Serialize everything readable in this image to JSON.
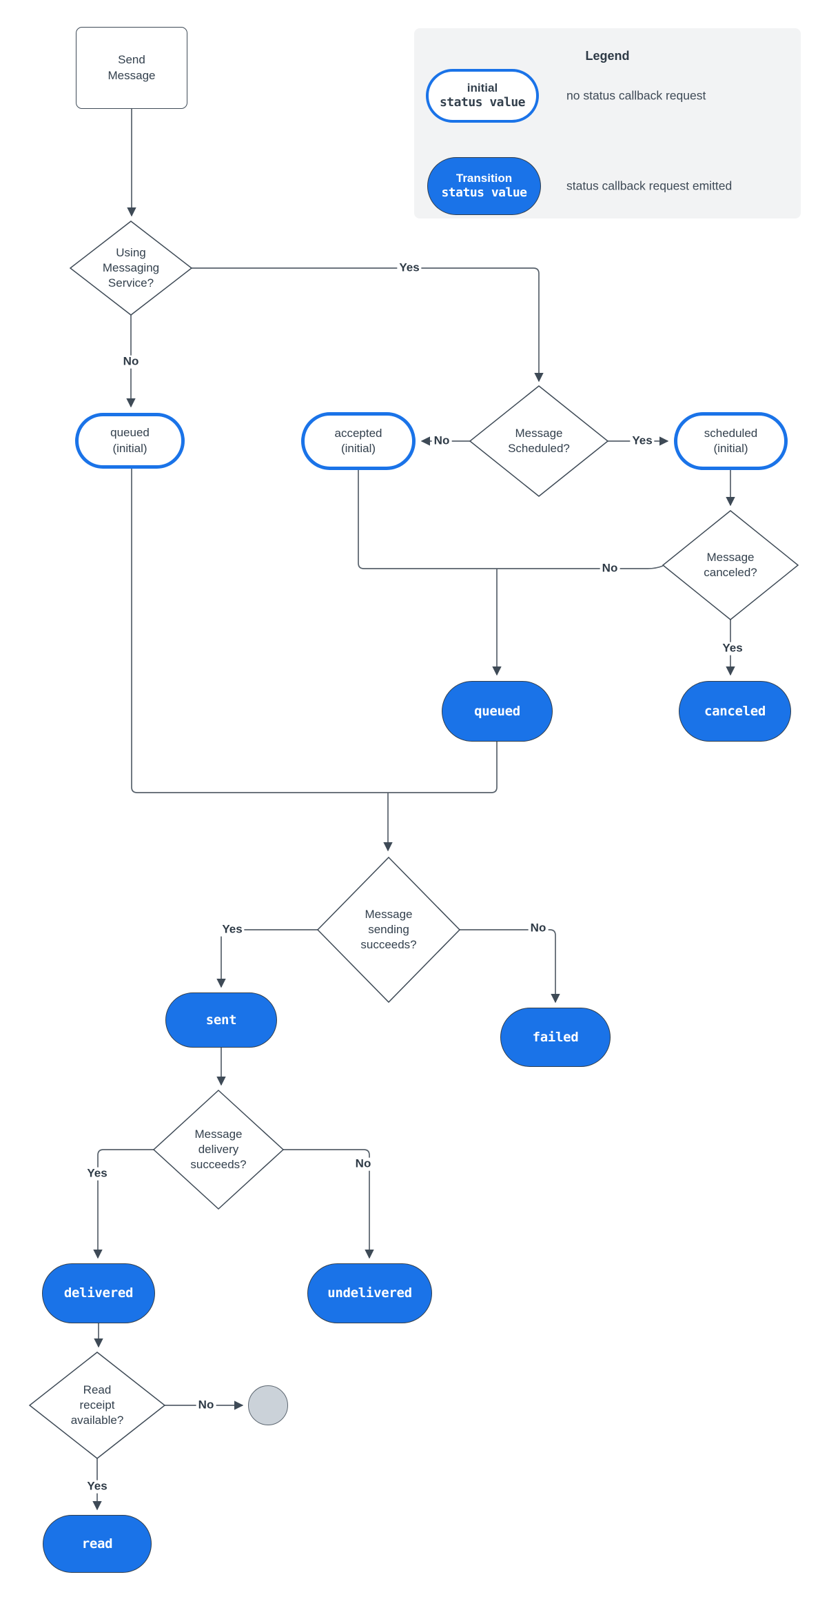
{
  "theme": {
    "accent_blue": "#1A73E8",
    "stroke_dark": "#3E4A56",
    "text_dark": "#33404D",
    "connector": "#57616B",
    "legend_bg": "#F2F3F4",
    "end_fill": "#CBD2D9",
    "end_border": "#5C6670",
    "label_color": "#2E3A46"
  },
  "legend": {
    "title": "Legend",
    "items": [
      {
        "pill_line1": "initial",
        "pill_line2": "status value",
        "style": "outline",
        "description": "no status callback request"
      },
      {
        "pill_line1": "Transition",
        "pill_line2": "status value",
        "style": "filled",
        "description": "status callback request emitted"
      }
    ]
  },
  "nodes": {
    "send_message": "Send\nMessage",
    "using_messaging_service": "Using\nMessaging\nService?",
    "queued_initial": "queued\n(initial)",
    "accepted_initial": "accepted\n(initial)",
    "message_scheduled": "Message\nScheduled?",
    "scheduled_initial": "scheduled\n(initial)",
    "message_canceled": "Message\ncanceled?",
    "queued": "queued",
    "canceled": "canceled",
    "message_sending_succeeds": "Message\nsending\nsucceeds?",
    "sent": "sent",
    "failed": "failed",
    "message_delivery_succeeds": "Message\ndelivery\nsucceeds?",
    "delivered": "delivered",
    "undelivered": "undelivered",
    "read_receipt_available": "Read\nreceipt\navailable?",
    "read": "read"
  },
  "edge_labels": {
    "using_yes": "Yes",
    "using_no": "No",
    "scheduled_yes": "Yes",
    "scheduled_no": "No",
    "canceled_yes": "Yes",
    "canceled_no": "No",
    "sending_yes": "Yes",
    "sending_no": "No",
    "delivery_yes": "Yes",
    "delivery_no": "No",
    "read_yes": "Yes",
    "read_no": "No"
  }
}
